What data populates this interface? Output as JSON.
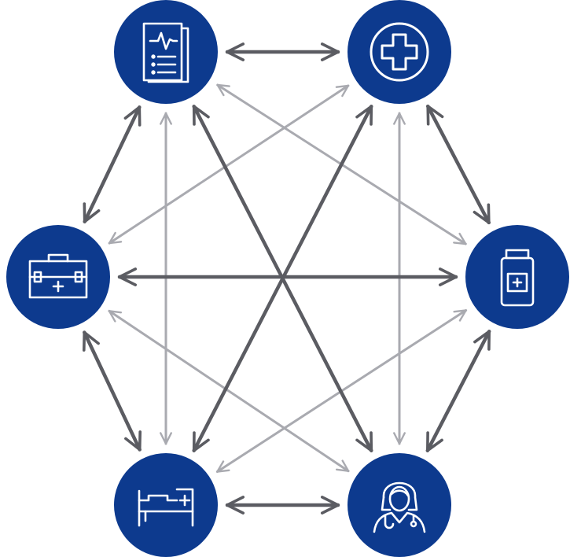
{
  "colors": {
    "background": "#ffffff",
    "node_fill": "#0d3a8e",
    "icon_stroke": "#ffffff",
    "dark_arrow": "#5b5c62",
    "light_arrow": "#a9aab0"
  },
  "nodes": [
    {
      "id": "medical-report",
      "icon": "medical-report-icon"
    },
    {
      "id": "hospital",
      "icon": "medical-cross-icon"
    },
    {
      "id": "first-aid-kit",
      "icon": "first-aid-kit-icon"
    },
    {
      "id": "medicine",
      "icon": "medicine-bottle-icon"
    },
    {
      "id": "hospital-bed",
      "icon": "hospital-bed-icon"
    },
    {
      "id": "doctor",
      "icon": "doctor-icon"
    }
  ],
  "connections": [
    {
      "from": "medical-report",
      "to": "hospital",
      "style": "dark"
    },
    {
      "from": "medical-report",
      "to": "first-aid-kit",
      "style": "dark"
    },
    {
      "from": "hospital",
      "to": "medicine",
      "style": "dark"
    },
    {
      "from": "first-aid-kit",
      "to": "hospital-bed",
      "style": "dark"
    },
    {
      "from": "medicine",
      "to": "doctor",
      "style": "dark"
    },
    {
      "from": "hospital-bed",
      "to": "doctor",
      "style": "dark"
    },
    {
      "from": "medical-report",
      "to": "doctor",
      "style": "dark"
    },
    {
      "from": "hospital",
      "to": "hospital-bed",
      "style": "dark"
    },
    {
      "from": "first-aid-kit",
      "to": "medicine",
      "style": "dark"
    },
    {
      "from": "medical-report",
      "to": "hospital-bed",
      "style": "light"
    },
    {
      "from": "hospital",
      "to": "doctor",
      "style": "light"
    },
    {
      "from": "hospital",
      "to": "first-aid-kit",
      "style": "light"
    },
    {
      "from": "medical-report",
      "to": "medicine",
      "style": "light"
    },
    {
      "from": "first-aid-kit",
      "to": "doctor",
      "style": "light"
    },
    {
      "from": "medicine",
      "to": "hospital-bed",
      "style": "light"
    }
  ]
}
